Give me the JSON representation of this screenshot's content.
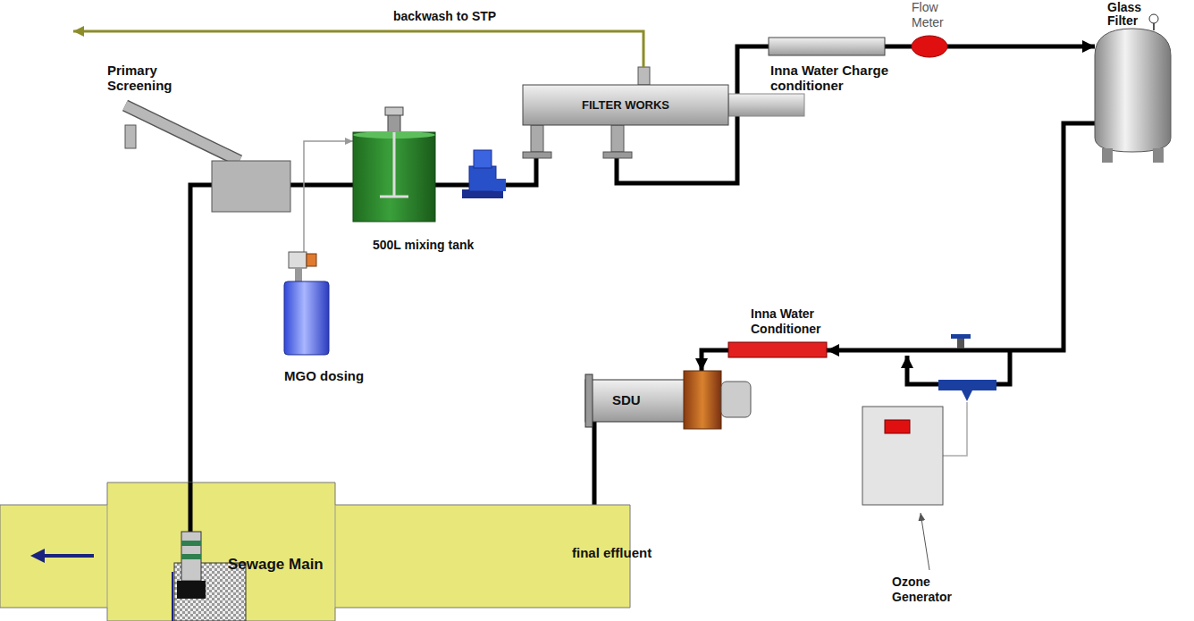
{
  "diagram": {
    "nodes": [
      {
        "text": [
          "Sewage Main"
        ]
      },
      {
        "text": [
          "Primary Screening"
        ]
      },
      {
        "text": [
          "500L mixing tank"
        ]
      },
      {
        "text": [
          "MGO dosing"
        ]
      },
      {
        "text": [
          "FILTER WORKS"
        ]
      },
      {
        "text": [
          "Inna Water Charge conditioner"
        ]
      },
      {
        "text": [
          "Flow Meter"
        ]
      },
      {
        "text": [
          "Glass Filter"
        ]
      },
      {
        "text": [
          "Inna Water Conditioner"
        ]
      },
      {
        "text": [
          "SDU"
        ]
      },
      {
        "text": [
          "Ozone Generator"
        ]
      }
    ],
    "edges": [
      {
        "from": 0,
        "to": 1,
        "arrow": "none"
      },
      {
        "from": 1,
        "to": 2,
        "arrow": "none"
      },
      {
        "from": 2,
        "to": 4,
        "arrow": "none"
      },
      {
        "from": 3,
        "to": 2,
        "arrow": "to"
      },
      {
        "from": 4,
        "to": 5,
        "arrow": "none"
      },
      {
        "from": 5,
        "to": 6,
        "arrow": "none"
      },
      {
        "from": 6,
        "to": 7,
        "arrow": "to"
      },
      {
        "from": 7,
        "to": 8,
        "arrow": "to"
      },
      {
        "from": 8,
        "to": 9,
        "arrow": "to"
      }
    ],
    "labels": [
      "backwash to STP",
      "final effluent"
    ]
  }
}
